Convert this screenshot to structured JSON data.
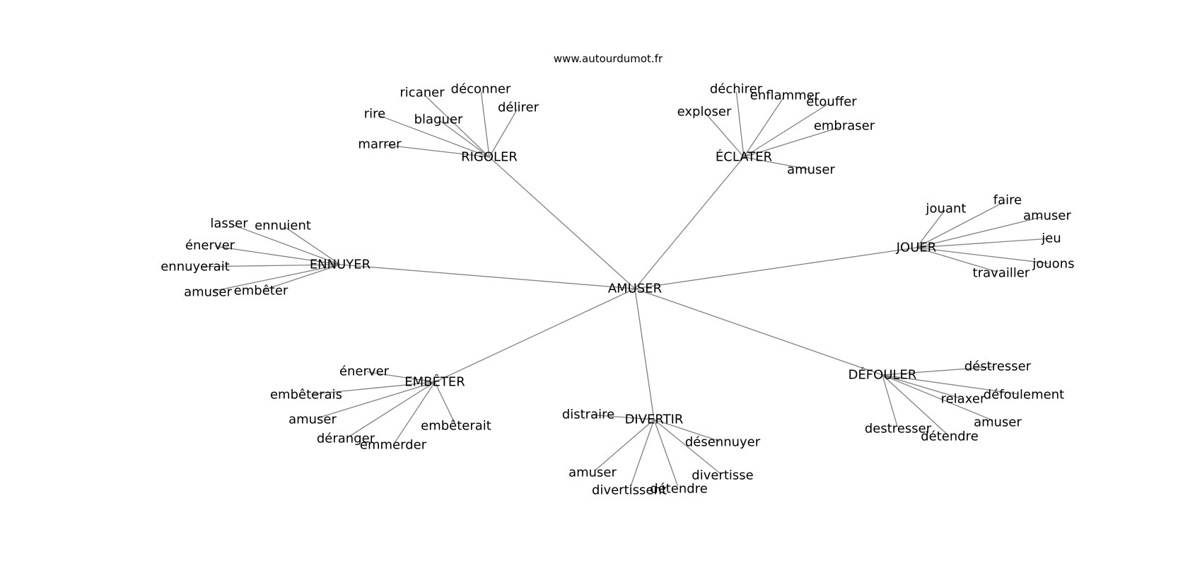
{
  "site": "www.autourdumot.fr",
  "colors": {
    "edge": "#808080",
    "text": "#000000",
    "background": "#ffffff"
  },
  "graph": {
    "center": "AMUSER",
    "hubs": [
      {
        "label": "RIGOLER",
        "leaves": [
          "ricaner",
          "déconner",
          "délirer",
          "rire",
          "blaguer",
          "marrer"
        ]
      },
      {
        "label": "ÉCLATER",
        "leaves": [
          "déchirer",
          "enflammer",
          "étouffer",
          "exploser",
          "embraser",
          "amuser"
        ]
      },
      {
        "label": "JOUER",
        "leaves": [
          "jouant",
          "faire",
          "amuser",
          "jeu",
          "jouons",
          "travailler"
        ]
      },
      {
        "label": "ENNUYER",
        "leaves": [
          "lasser",
          "ennuient",
          "énerver",
          "ennuyerait",
          "embêter",
          "amuser"
        ]
      },
      {
        "label": "EMBÊTER",
        "leaves": [
          "énerver",
          "embêterais",
          "amuser",
          "déranger",
          "emmerder",
          "embêterait"
        ]
      },
      {
        "label": "DIVERTIR",
        "leaves": [
          "distraire",
          "désennuyer",
          "divertisse",
          "détendre",
          "divertissent",
          "amuser"
        ]
      },
      {
        "label": "DÉFOULER",
        "leaves": [
          "déstresser",
          "défoulement",
          "relaxer",
          "amuser",
          "détendre",
          "destresser"
        ]
      }
    ]
  }
}
